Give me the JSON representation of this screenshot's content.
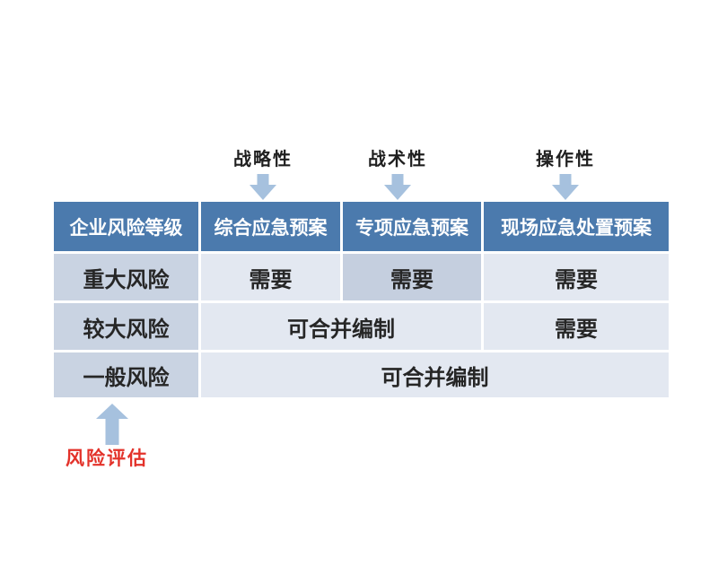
{
  "diagram": {
    "plan_type_labels": [
      {
        "text": "战略性"
      },
      {
        "text": "战术性"
      },
      {
        "text": "操作性"
      }
    ],
    "risk_assessment_label": "风险评估",
    "table": {
      "headers": [
        "企业风险等级",
        "综合应急预案",
        "专项应急预案",
        "现场应急处置预案"
      ],
      "rows": [
        {
          "risk_level": "重大风险",
          "cells": [
            {
              "text": "需要",
              "colspan": 1,
              "highlighted": false
            },
            {
              "text": "需要",
              "colspan": 1,
              "highlighted": true
            },
            {
              "text": "需要",
              "colspan": 1,
              "highlighted": false
            }
          ]
        },
        {
          "risk_level": "较大风险",
          "cells": [
            {
              "text": "可合并编制",
              "colspan": 2,
              "highlighted": false
            },
            {
              "text": "需要",
              "colspan": 1,
              "highlighted": false
            }
          ]
        },
        {
          "risk_level": "一般风险",
          "cells": [
            {
              "text": "可合并编制",
              "colspan": 3,
              "highlighted": false
            }
          ]
        }
      ]
    },
    "colors": {
      "header_bg": "#4b7aad",
      "header_text": "#ffffff",
      "level_cell_bg": "#c9d3e2",
      "cell_bg": "#e3e8f1",
      "highlight_cell_bg": "#c5cfdf",
      "cell_text": "#262626",
      "arrow": "#a6c1de",
      "risk_label_red": "#e3322a"
    }
  }
}
